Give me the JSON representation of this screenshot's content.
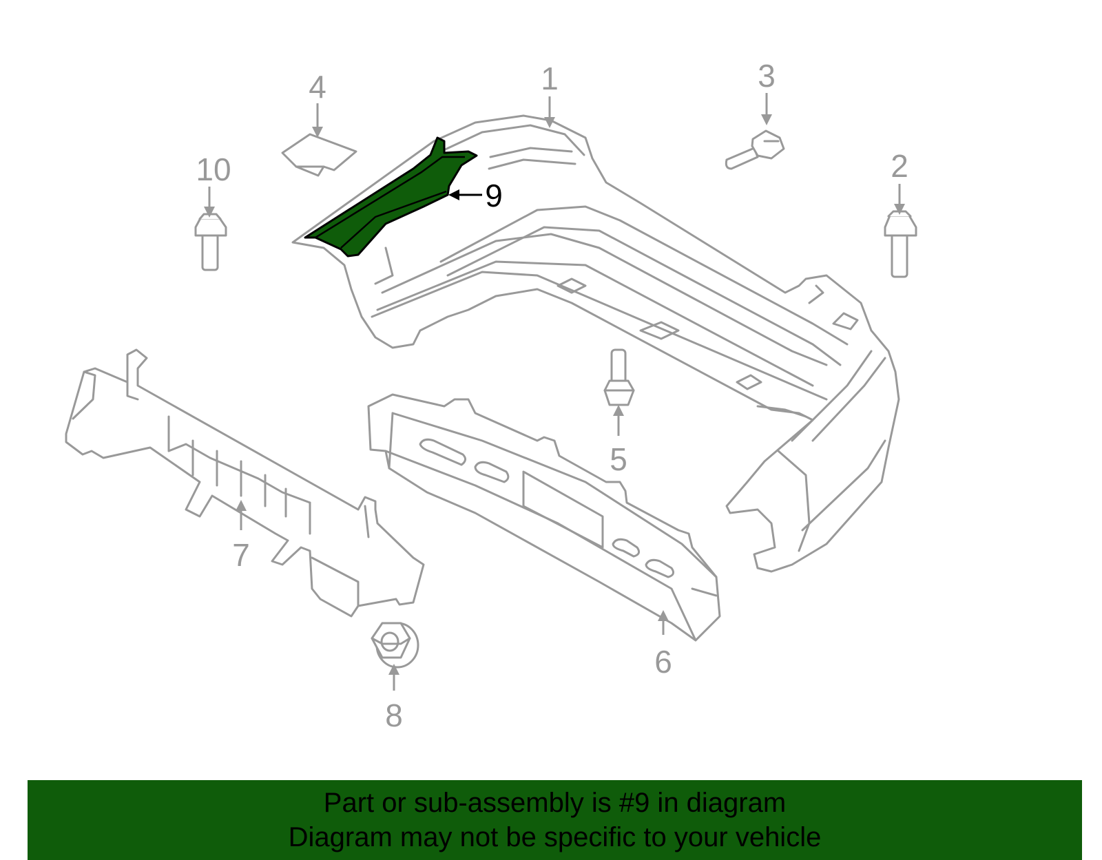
{
  "diagram": {
    "callouts": [
      {
        "id": "1",
        "label": "1",
        "highlighted": false
      },
      {
        "id": "2",
        "label": "2",
        "highlighted": false
      },
      {
        "id": "3",
        "label": "3",
        "highlighted": false
      },
      {
        "id": "4",
        "label": "4",
        "highlighted": false
      },
      {
        "id": "5",
        "label": "5",
        "highlighted": false
      },
      {
        "id": "6",
        "label": "6",
        "highlighted": false
      },
      {
        "id": "7",
        "label": "7",
        "highlighted": false
      },
      {
        "id": "8",
        "label": "8",
        "highlighted": false
      },
      {
        "id": "9",
        "label": "9",
        "highlighted": true
      },
      {
        "id": "10",
        "label": "10",
        "highlighted": false
      }
    ],
    "colors": {
      "outline": "#999999",
      "highlight_fill": "#0f5c0a",
      "highlight_outline": "#000000"
    }
  },
  "banner": {
    "line1": "Part or sub-assembly is #9 in diagram",
    "line2": "Diagram may not be specific to your vehicle",
    "background": "#0f5c0a"
  }
}
